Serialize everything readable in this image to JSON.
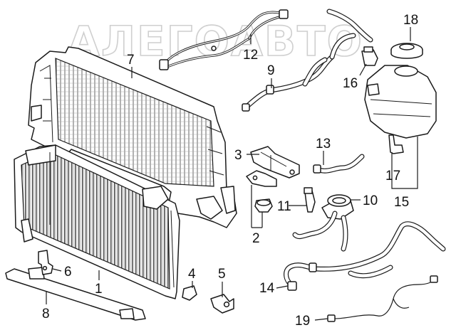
{
  "watermark": "АЛЕГОАВТО",
  "callouts": [
    {
      "id": "1",
      "label": "1"
    },
    {
      "id": "2",
      "label": "2"
    },
    {
      "id": "3",
      "label": "3"
    },
    {
      "id": "4",
      "label": "4"
    },
    {
      "id": "5",
      "label": "5"
    },
    {
      "id": "6",
      "label": "6"
    },
    {
      "id": "7",
      "label": "7"
    },
    {
      "id": "8",
      "label": "8"
    },
    {
      "id": "9",
      "label": "9"
    },
    {
      "id": "10",
      "label": "10"
    },
    {
      "id": "11",
      "label": "11"
    },
    {
      "id": "12",
      "label": "12"
    },
    {
      "id": "13",
      "label": "13"
    },
    {
      "id": "14",
      "label": "14"
    },
    {
      "id": "15",
      "label": "15"
    },
    {
      "id": "16",
      "label": "16"
    },
    {
      "id": "17",
      "label": "17"
    },
    {
      "id": "18",
      "label": "18"
    },
    {
      "id": "19",
      "label": "19"
    }
  ]
}
